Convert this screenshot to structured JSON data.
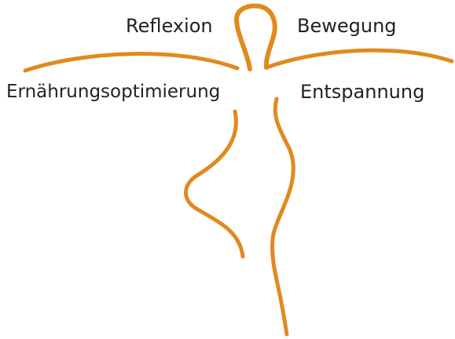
{
  "labels": {
    "top_left": "Reflexion",
    "top_right": "Bewegung",
    "bottom_left": "Ernährungsoptimierung",
    "bottom_right": "Entspannung"
  },
  "colors": {
    "stroke": "#e08a1e",
    "text": "#222222",
    "background": "#ffffff"
  }
}
